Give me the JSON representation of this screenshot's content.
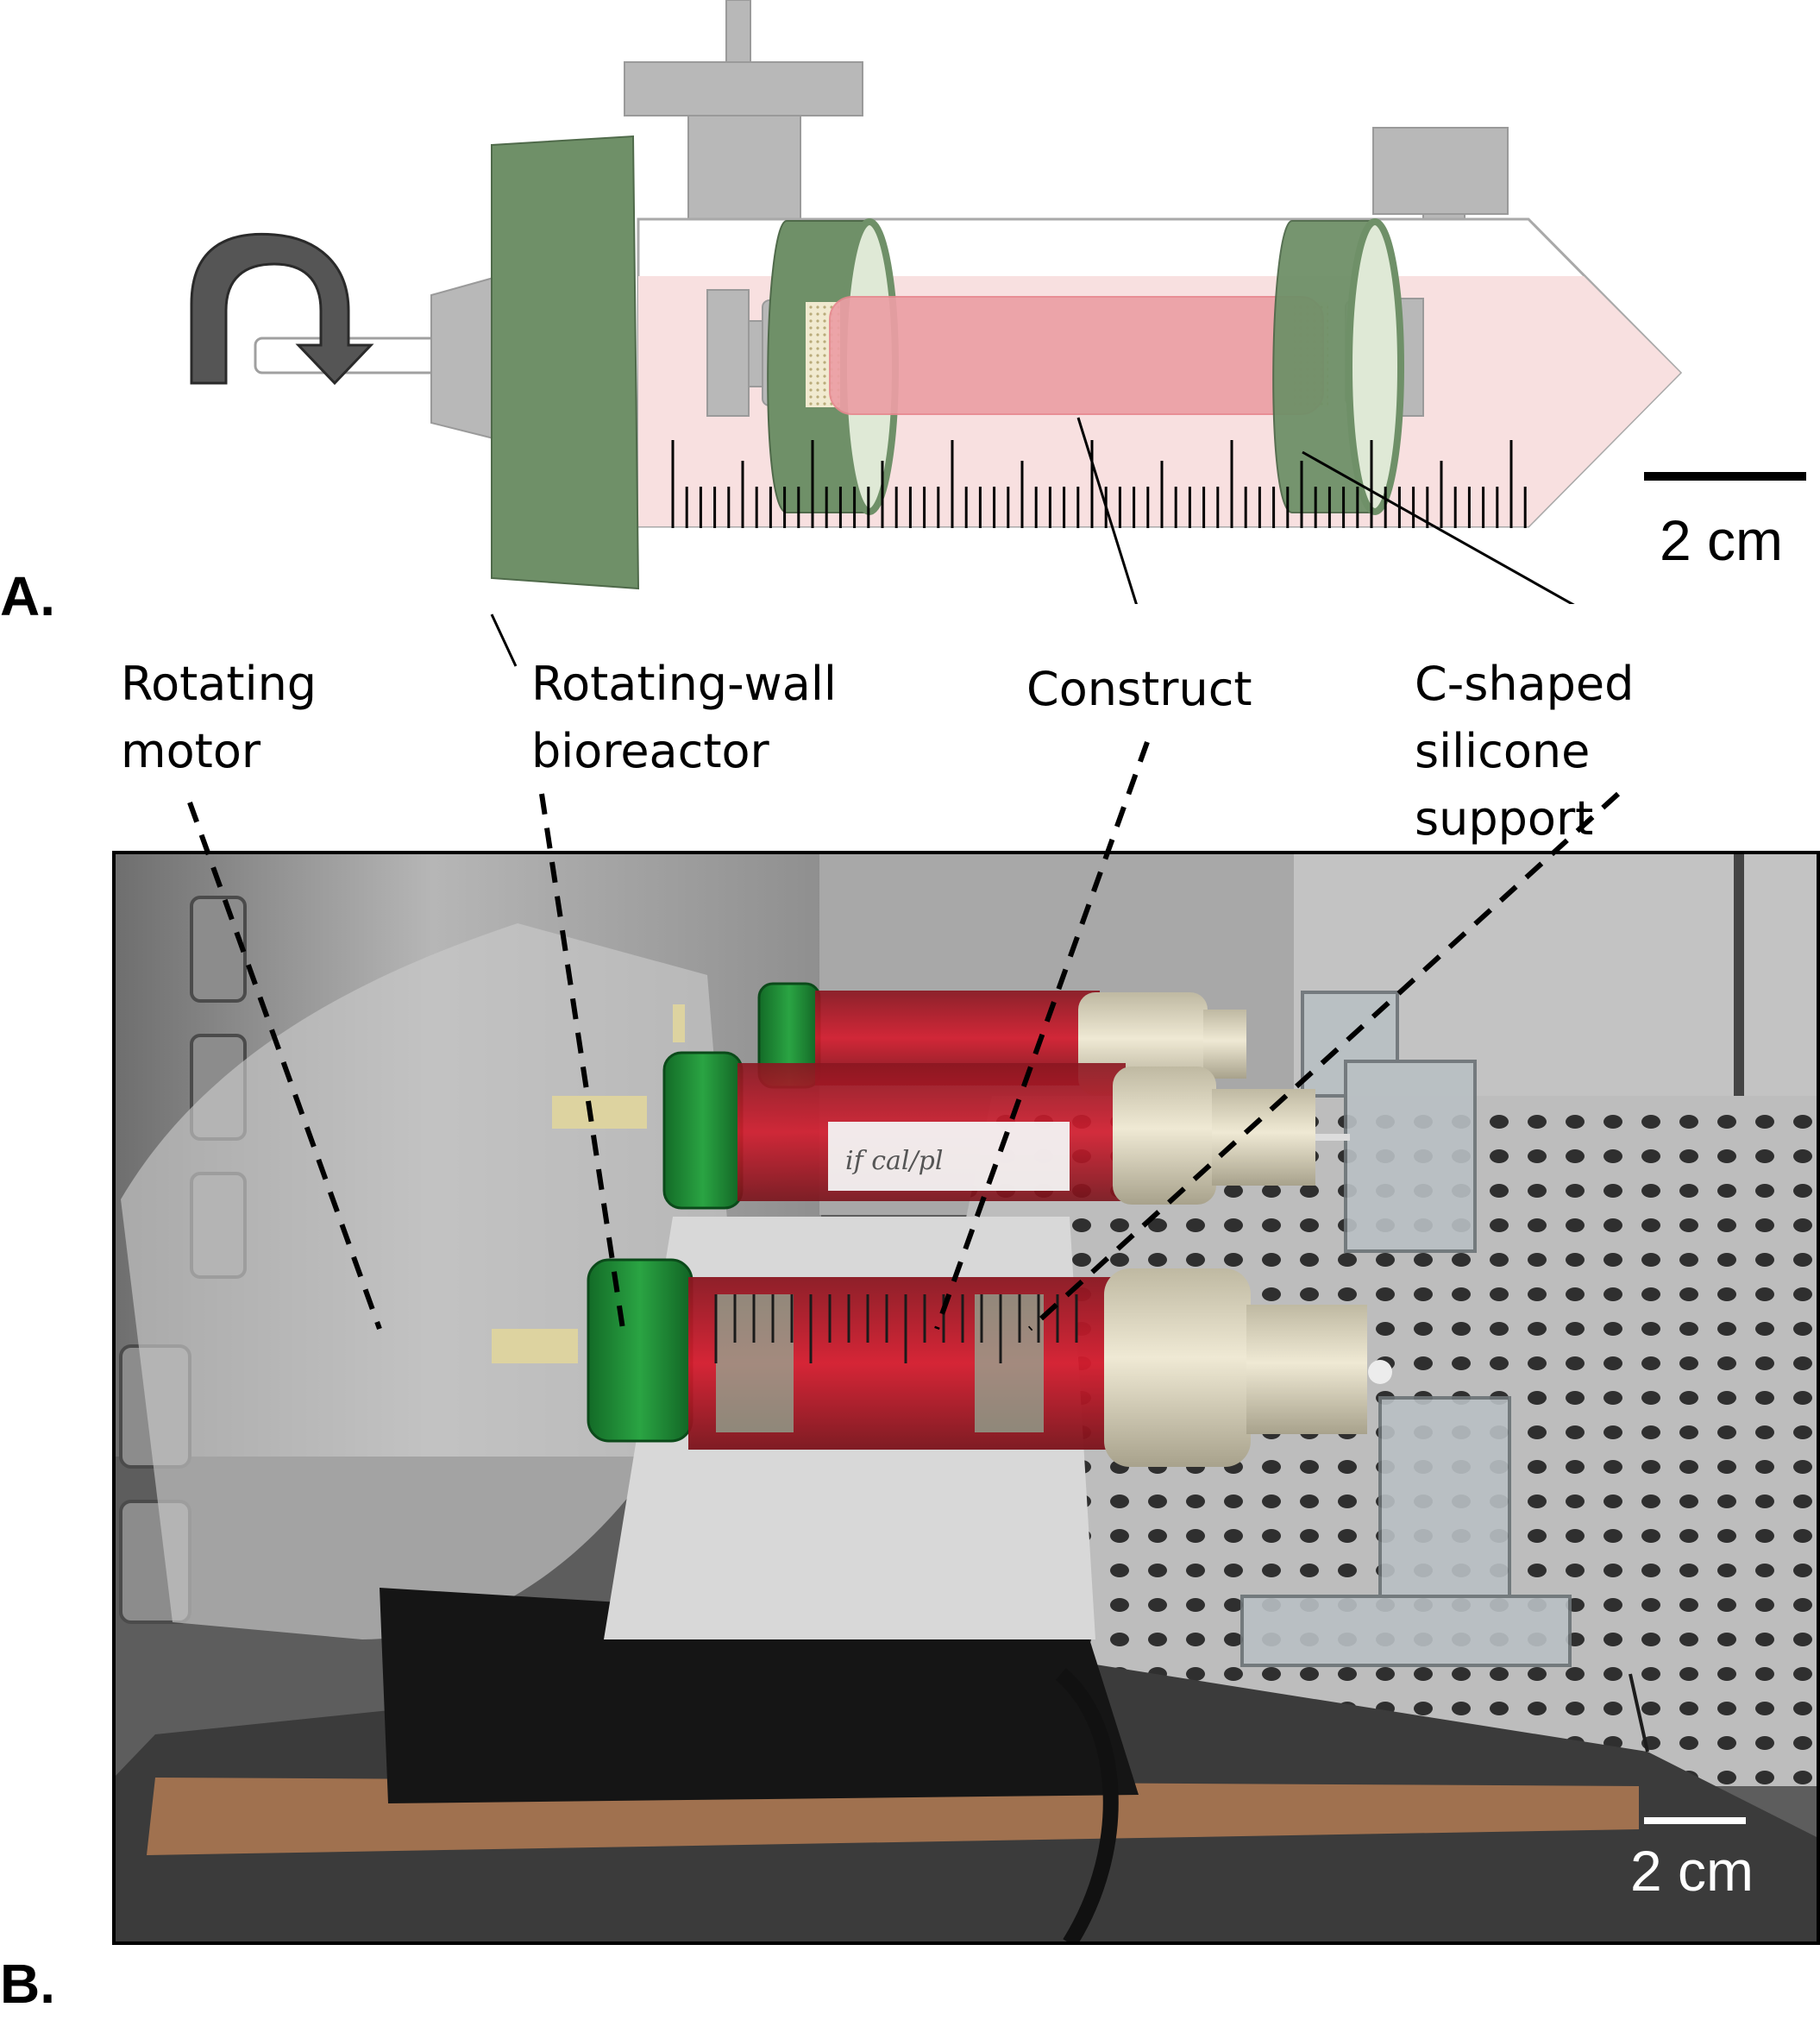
{
  "panels": {
    "a": "A.",
    "b": "B."
  },
  "callouts": {
    "motor": "Rotating\nmotor",
    "bioreactor": "Rotating-wall\nbioreactor",
    "construct": "Construct",
    "support": "C-shaped silicone\nsupport"
  },
  "scale_bar_top": "2 cm",
  "scale_bar_photo": "2 cm",
  "vessel_handwriting": "if cal/pl",
  "colors": {
    "silicone_green": "#6f9068",
    "gray": "#b7b7b7",
    "medium_fill": "#f8e0e0",
    "construct_fill": "#ec9fa5",
    "cap_green": "#1e8f38",
    "arrow_dark": "#555555"
  }
}
